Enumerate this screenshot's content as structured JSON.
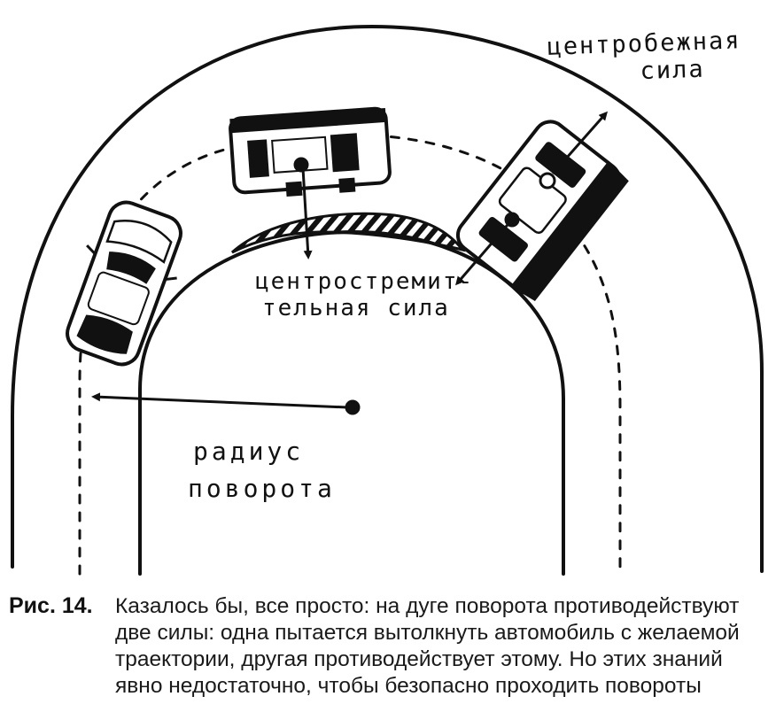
{
  "labels": {
    "centrifugal": [
      "центробежная",
      "сила"
    ],
    "centripetal": [
      "центростремит-",
      "тельная сила"
    ],
    "radius": [
      "радиус",
      "поворота"
    ]
  },
  "caption": {
    "figure_number": "Рис. 14.",
    "lines": [
      "Казалось бы, все просто: на дуге поворота противодействуют",
      "две силы: одна пытается вытолкнуть автомобиль с желаемой",
      "траектории, другая противодействует этому. Но этих знаний",
      "явно недостаточно, чтобы безопасно проходить повороты"
    ]
  },
  "colors": {
    "ink": "#111111",
    "paper": "#ffffff"
  }
}
